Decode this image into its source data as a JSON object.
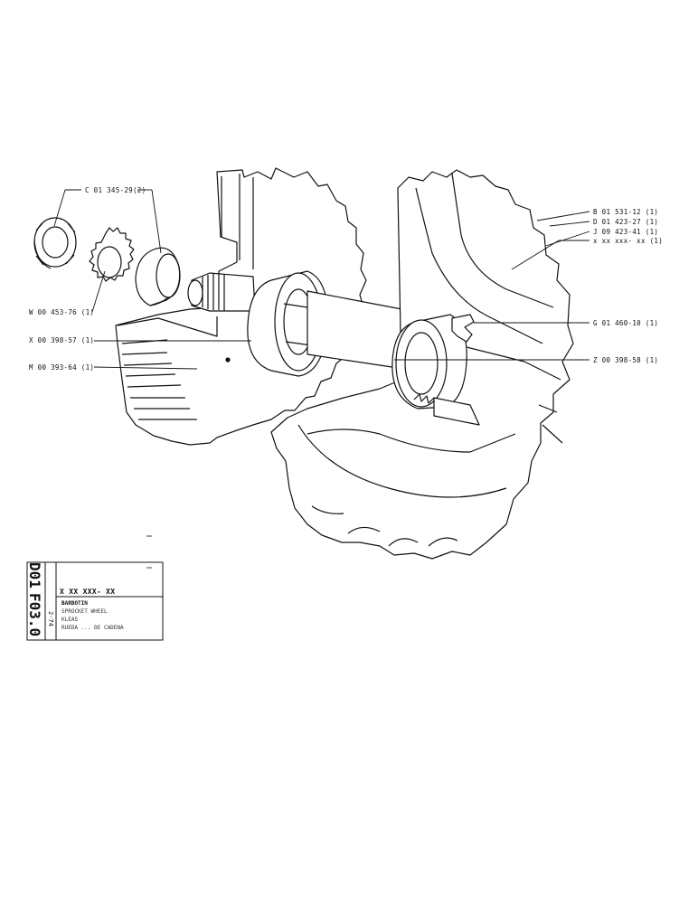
{
  "callouts": {
    "c01": "C 01 345-29(2)",
    "w00": "W 00 453-76 (1)",
    "x00": "X 00 398-57 (1)",
    "m00": "M 00 393-64 (1)",
    "b01": "B 01 531-12 (1)",
    "d01": "D 01 423-27 (1)",
    "j09": "J 09 423-41 (1)",
    "xxx": "x xx xxx- xx (1)",
    "g01": "G 01 460-10 (1)",
    "z00": "Z 00 398-58 (1)"
  },
  "titleblock": {
    "code_a": "D01",
    "code_b": "F03.0",
    "side": "2-74",
    "part": "X XX XXX- XX",
    "line1": "BARBOTIN",
    "line2": "SPROCKET WHEEL",
    "line3": "KLEAS",
    "line4": "RUEDA ... DE CADENA"
  }
}
